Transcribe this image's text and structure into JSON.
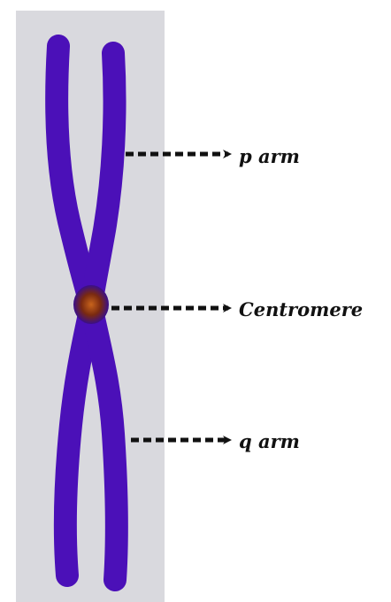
{
  "labels": {
    "p_arm": "p arm",
    "centromere": "Centromere",
    "q_arm": "q arm"
  },
  "colors": {
    "background": "#ffffff",
    "panel": "#d9d9de",
    "chromatid": "#4b10b8",
    "chromatid_edge": "#3a0894",
    "centromere": "#7a2a10",
    "arrow": "#111111"
  }
}
